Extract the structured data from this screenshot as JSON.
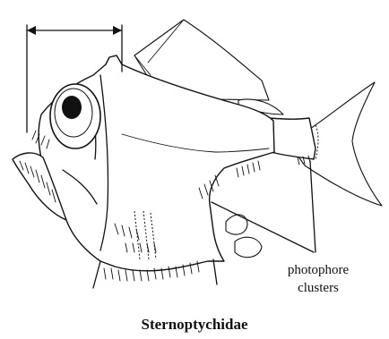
{
  "diagram": {
    "label_photophore_line1": "photophore",
    "label_photophore_line2": "clusters",
    "caption": "Sternoptychidae"
  },
  "colors": {
    "ink": "#111111",
    "background": "#ffffff"
  }
}
